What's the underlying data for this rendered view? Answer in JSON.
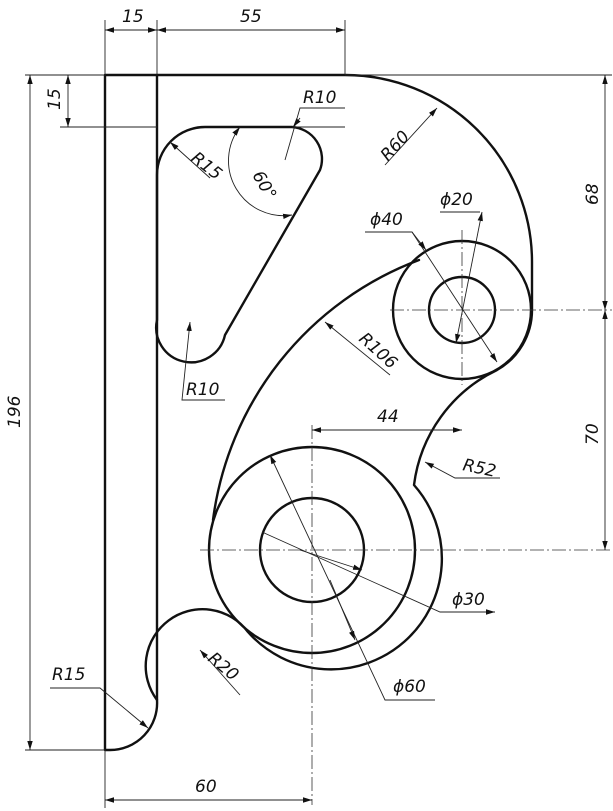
{
  "dimensions": {
    "width_15": "15",
    "width_55": "55",
    "height_15": "15",
    "r10_top": "R10",
    "r15_top": "R15",
    "angle_60": "60°",
    "r60": "R60",
    "height_68": "68",
    "dia_20": "ϕ20",
    "dia_40": "ϕ40",
    "height_196": "196",
    "r106": "R106",
    "r10_bottom": "R10",
    "dist_44": "44",
    "height_70": "70",
    "r52": "R52",
    "dia_30": "ϕ30",
    "r20": "R20",
    "dia_60": "ϕ60",
    "r15_bottom": "R15",
    "width_60": "60"
  }
}
